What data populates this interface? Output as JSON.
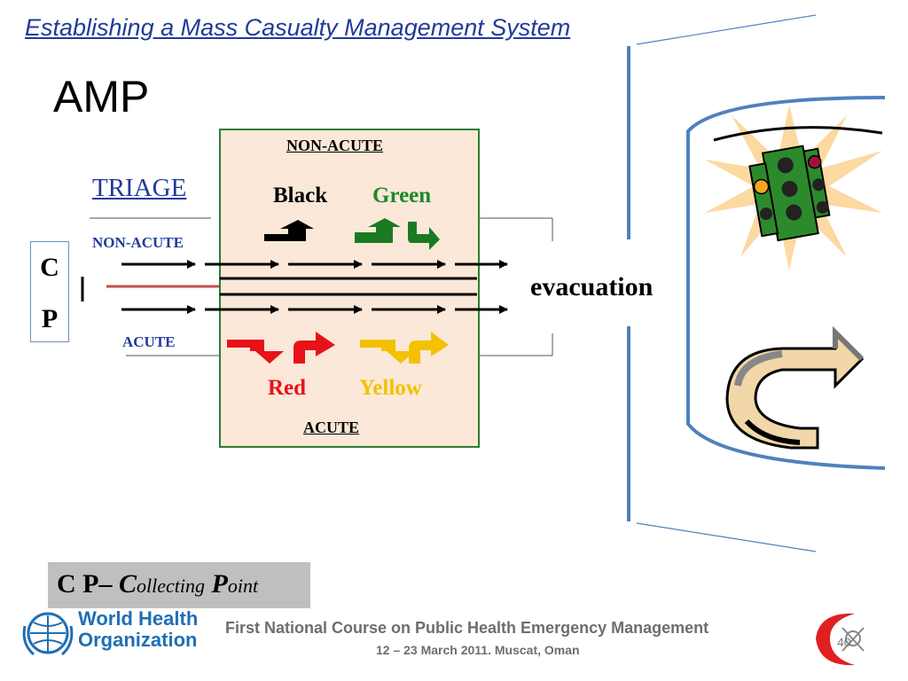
{
  "header": {
    "title": "Establishing a Mass Casualty Management System",
    "heading": "AMP"
  },
  "diagram": {
    "triage_label": "TRIAGE",
    "left_non_acute": "NON-ACUTE",
    "left_acute": "ACUTE",
    "cp_letters": [
      "C",
      "P"
    ],
    "box_top_label": "NON-ACUTE",
    "box_bottom_label": "ACUTE",
    "categories": {
      "black": "Black",
      "green": "Green",
      "red": "Red",
      "yellow": "Yellow"
    },
    "evacuation": "evacuation",
    "colors": {
      "black": "#000000",
      "green": "#1a8a2a",
      "red": "#e8121a",
      "yellow": "#f2c200",
      "box_fill": "#fbe8d8",
      "box_border": "#2e7d32",
      "accent_blue": "#1f3b99",
      "frame_blue": "#4f81bd"
    },
    "icons": [
      "traffic-light-icon",
      "u-turn-arrow-icon"
    ]
  },
  "legend": {
    "cp": "C P",
    "dash": "–",
    "c": "C",
    "ollecting": "ollecting",
    "p": "P",
    "oint": "oint"
  },
  "footer": {
    "org_line1": "World Health",
    "org_line2": "Organization",
    "course": "First National Course on Public Health Emergency Management",
    "dates": "12 – 23 March 2011. Muscat, Oman",
    "page_number": "40"
  }
}
